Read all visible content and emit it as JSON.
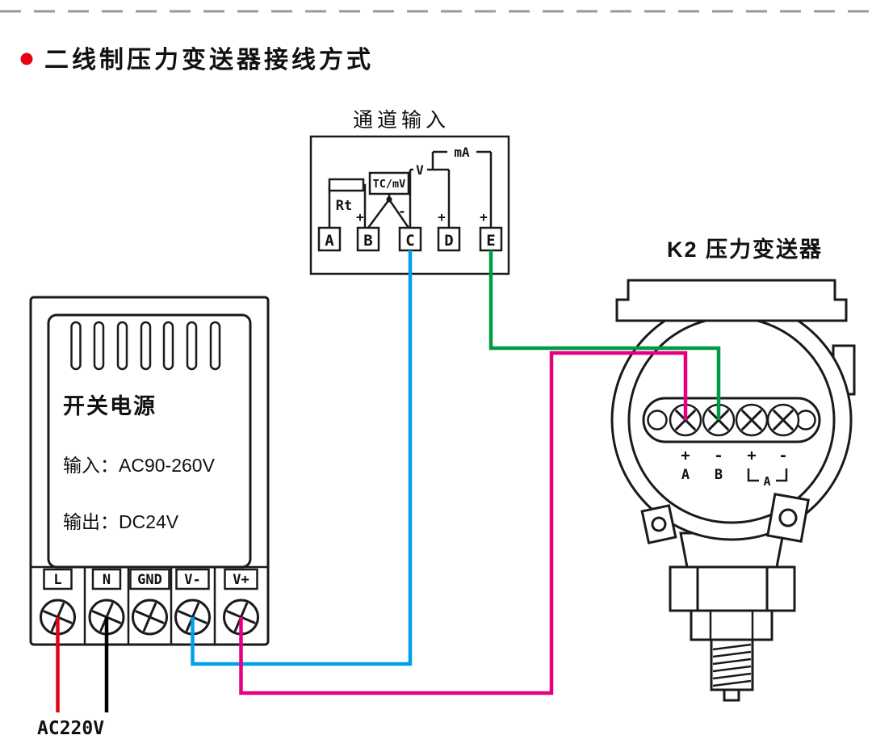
{
  "title": {
    "text": "二线制压力变送器接线方式",
    "bullet_color": "#e60012"
  },
  "channel_input": {
    "label": "通道输入",
    "terminals": [
      "A",
      "B",
      "C",
      "D",
      "E"
    ],
    "rt_label": "Rt",
    "tcmv_label": "TC/mV",
    "v_label": "V",
    "ma_label": "mA",
    "plus": "+",
    "minus": "-"
  },
  "power_supply": {
    "name": "开关电源",
    "input_line": "输入：AC90-260V",
    "output_line": "输出：DC24V",
    "terminals": [
      "L",
      "N",
      "GND",
      "V-",
      "V+"
    ]
  },
  "transmitter": {
    "label": "K2 压力变送器",
    "polarity_marks": [
      "+",
      "-",
      "+",
      "-"
    ],
    "terminal_letters": [
      "A",
      "B"
    ],
    "bracket_label": "A"
  },
  "wiring": {
    "ac_source_label": "AC220V",
    "colors": {
      "live_red": "#e60012",
      "neutral_black": "#000000",
      "signal_blue": "#00a0e9",
      "signal_green": "#009944",
      "signal_magenta": "#e4007f"
    }
  }
}
